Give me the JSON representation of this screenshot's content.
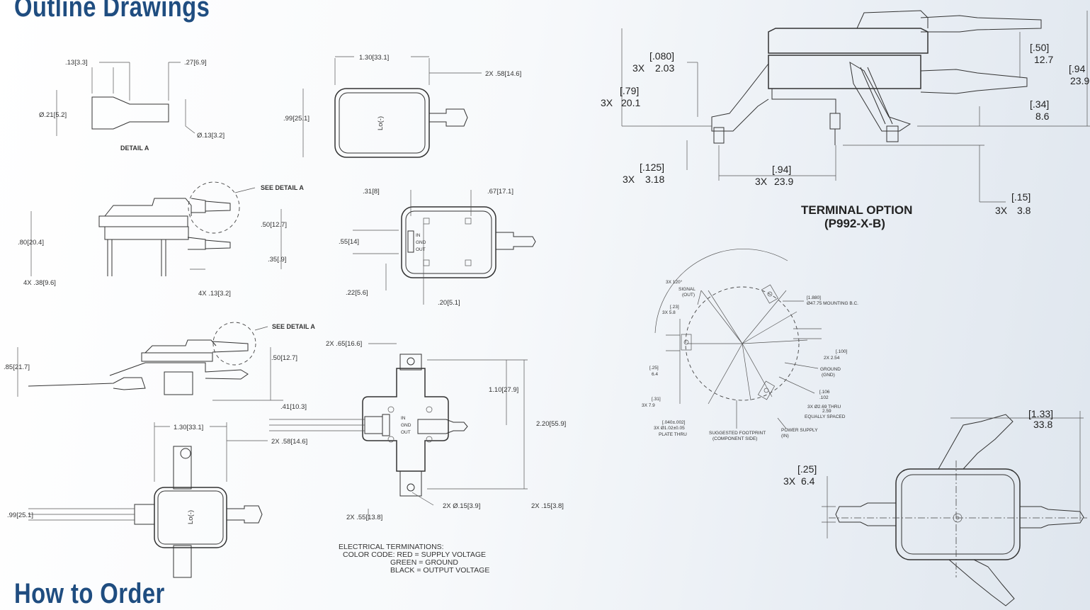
{
  "headings": {
    "outline": "Outline Drawings",
    "order": "How to Order"
  },
  "detail_a": {
    "dim_13": ".13[3.3]",
    "dim_27": ".27[6.9]",
    "dim_21": "Ø.21[5.2]",
    "dim_13d": "Ø.13[3.2]",
    "caption": "DETAIL A"
  },
  "top_view_1": {
    "dim_130": "1.30[33.1]",
    "dim_2x58": "2X .58[14.6]",
    "dim_99": ".99[25.1]",
    "port_label": "Lo(-)"
  },
  "side_view_1": {
    "see_detail": "SEE DETAIL A",
    "dim_50": ".50[12.7]",
    "dim_80": ".80[20.4]",
    "dim_35": ".35[.9]",
    "dim_4x38": "4X .38[9.6]",
    "dim_4x13": "4X .13[3.2]"
  },
  "bottom_view_1": {
    "dim_31": ".31[8]",
    "dim_67": ".67[17.1]",
    "dim_55": ".55[14]",
    "dim_22": ".22[5.6]",
    "dim_20": ".20[5.1]",
    "pin_in": "IN",
    "pin_gnd": "GND",
    "pin_out": "OUT"
  },
  "side_view_2": {
    "see_detail": "SEE DETAIL A",
    "dim_85": ".85[21.7]",
    "dim_50": ".50[12.7]",
    "dim_41": ".41[10.3]"
  },
  "flange_view": {
    "dim_2x65": "2X .65[16.6]",
    "dim_110": "1.10[27.9]",
    "dim_220": "2.20[55.9]",
    "dim_2x015": "2X Ø.15[3.9]",
    "dim_2x15": "2X .15[3.8]",
    "dim_2x55": "2X .55[13.8]",
    "pin_in": "IN",
    "pin_gnd": "GND",
    "pin_out": "OUT"
  },
  "top_view_2": {
    "dim_130": "1.30[33.1]",
    "dim_2x58": "2X .58[14.6]",
    "dim_99": ".99[25.1]",
    "port_label": "Lo(-)"
  },
  "electrical": {
    "line1": "ELECTRICAL TERMINATIONS:",
    "line2": "COLOR CODE:  RED = SUPPLY VOLTAGE",
    "line3": "GREEN = GROUND",
    "line4": "BLACK = OUTPUT VOLTAGE"
  },
  "terminal_option": {
    "title1": "TERMINAL OPTION",
    "title2": "(P992-X-B)",
    "d080_in": "[.080]",
    "d080_mm": "2.03",
    "d080_qty": "3X",
    "d79_in": "[.79]",
    "d79_mm": "20.1",
    "d79_qty": "3X",
    "d125_in": "[.125]",
    "d125_mm": "3.18",
    "d125_qty": "3X",
    "d94_in": "[.94]",
    "d94_mm": "23.9",
    "d94_qty": "3X",
    "d15_in": "[.15]",
    "d15_mm": "3.8",
    "d15_qty": "3X",
    "d50_in": "[.50]",
    "d50_mm": "12.7",
    "d34_in": "[.34]",
    "d34_mm": "8.6",
    "d94r_in": "[.94",
    "d94r_mm": "23.9"
  },
  "footprint": {
    "angle": "3X 120°",
    "signal": "SIGNAL",
    "signal_out": "(OUT)",
    "mount_in": "[1.880]",
    "mount_mm": "Ø47.75 MOUNTING B.C.",
    "d23_in": "[.23]",
    "d23_mm": "3X  5.8",
    "d100_in": "[.100]",
    "d100_mm": "2X  2.54",
    "ground": "GROUND",
    "ground_gnd": "(GND)",
    "d25_in": "[.25]",
    "d25_mm": "6.4",
    "d106_in": "[.106",
    "d102": ".102",
    "thru": "3X  Ø2.69 THRU",
    "thru_b": "2.59",
    "equal": "EQUALLY SPACED",
    "d31_in": "[.31]",
    "d31_mm": "3X  7.9",
    "plate1": "[.040±.002]",
    "plate2": "3X  Ø1.02±0.05",
    "plate3": "PLATE THRU",
    "suggested1": "SUGGESTED FOOTPRINT",
    "suggested2": "(COMPONENT SIDE)",
    "power1": "POWER SUPPLY",
    "power2": "(IN)"
  },
  "barb_view": {
    "d133_in": "[1.33]",
    "d133_mm": "33.8",
    "d25_in": "[.25]",
    "d25_mm": "6.4",
    "d25_qty": "3X"
  }
}
